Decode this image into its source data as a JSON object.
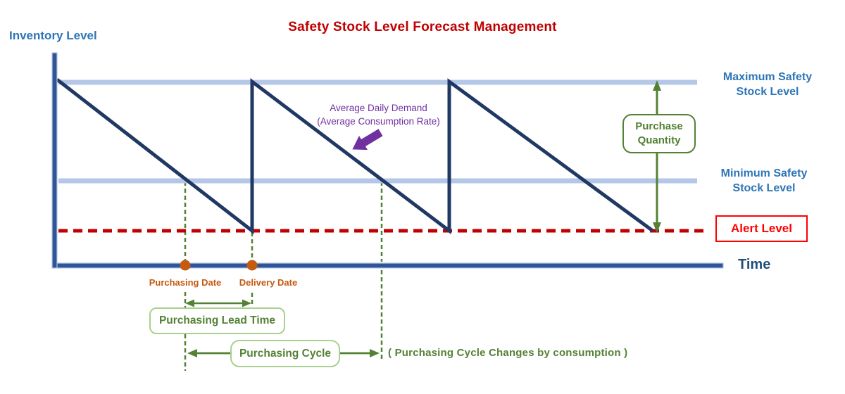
{
  "title": "Safety Stock Level Forecast Management",
  "axes": {
    "y_label": "Inventory Level",
    "x_label": "Time"
  },
  "levels": {
    "maximum": "Maximum Safety Stock Level",
    "minimum": "Minimum Safety Stock Level",
    "alert": "Alert Level"
  },
  "annotations": {
    "demand_line1": "Average Daily Demand",
    "demand_line2": "(Average Consumption Rate)",
    "purchase_quantity": "Purchase Quantity",
    "purchasing_date": "Purchasing Date",
    "delivery_date": "Delivery Date",
    "lead_time": "Purchasing Lead Time",
    "cycle": "Purchasing Cycle",
    "cycle_note": "( Purchasing Cycle Changes by consumption )"
  },
  "colors": {
    "title_red": "#C00000",
    "label_blue": "#2E75B6",
    "time_blue": "#1F4E79",
    "axis_blue": "#2F5597",
    "navy": "#203864",
    "level_light_blue": "#B4C7E7",
    "alert_red": "#C00000",
    "alert_box_red": "#FF0000",
    "green": "#538135",
    "light_green": "#A9D18E",
    "orange": "#C55A11",
    "purple": "#7030A0"
  }
}
